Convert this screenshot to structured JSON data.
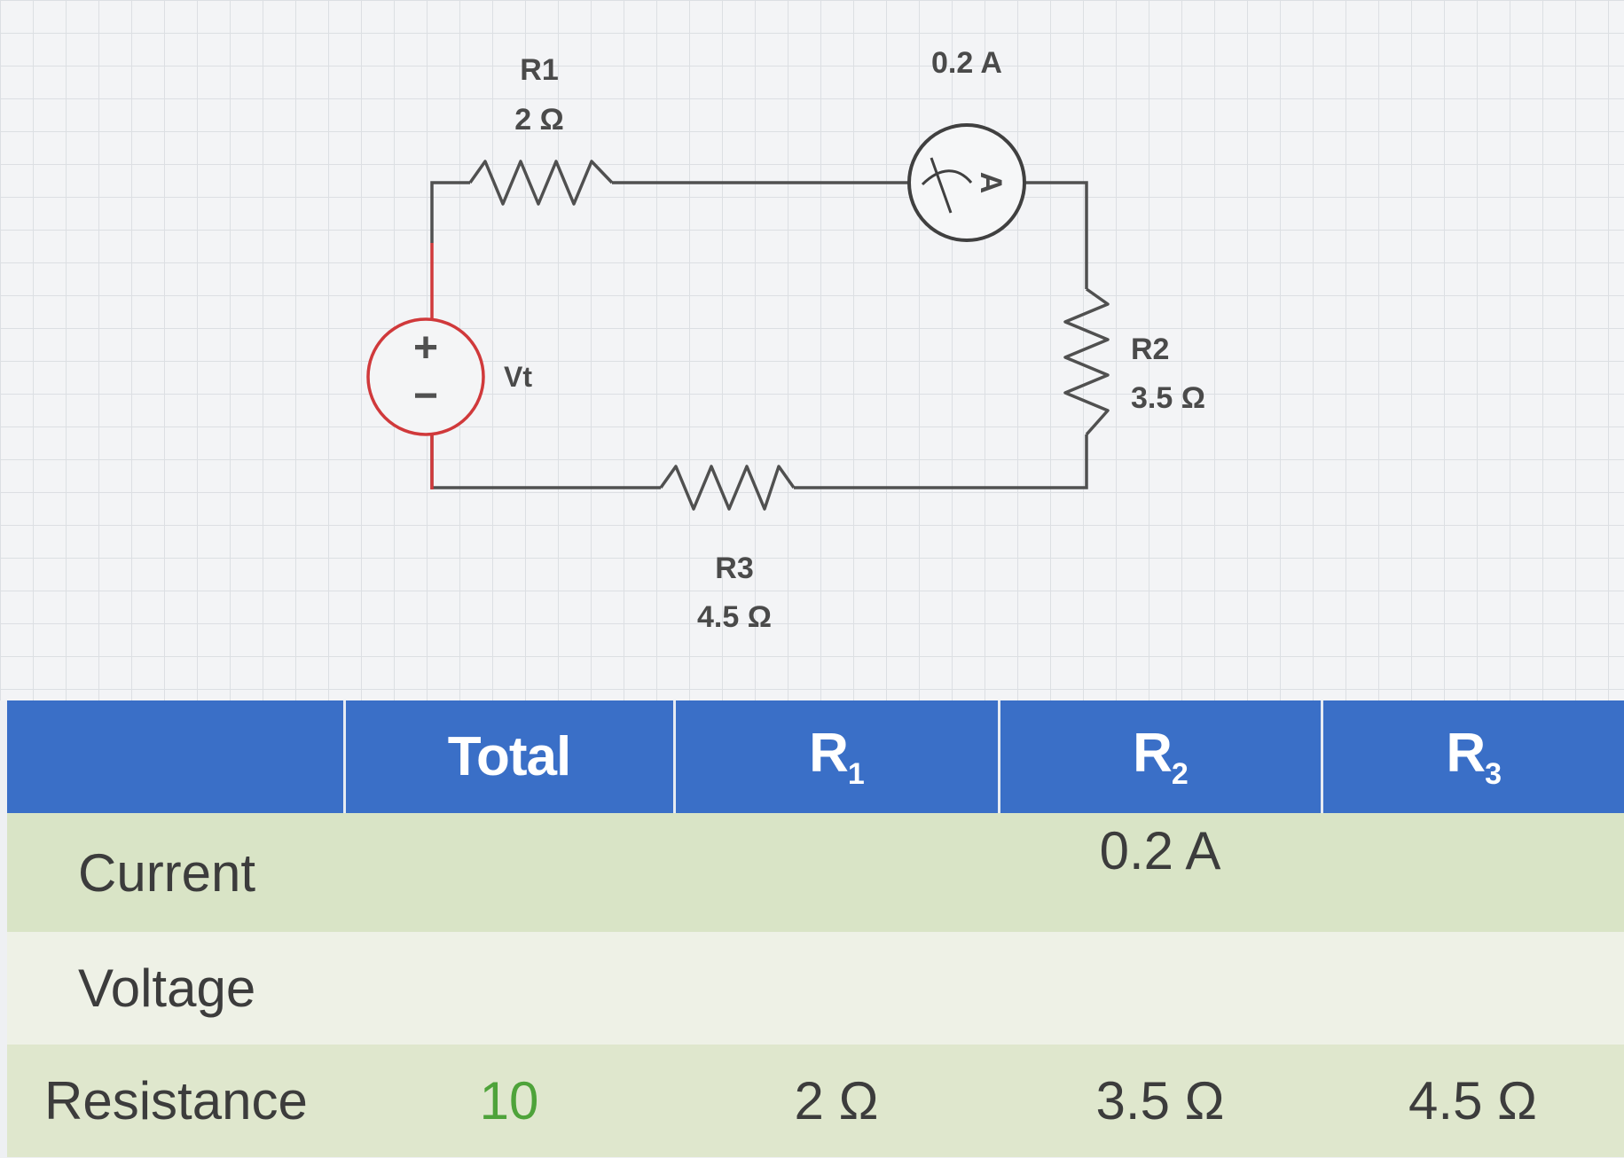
{
  "circuit": {
    "r1": {
      "name": "R1",
      "value": "2 Ω"
    },
    "r2": {
      "name": "R2",
      "value": "3.5 Ω"
    },
    "r3": {
      "name": "R3",
      "value": "4.5 Ω"
    },
    "ammeter": {
      "reading": "0.2 A",
      "symbol": "A"
    },
    "source": {
      "label": "Vt",
      "plus": "+",
      "minus": "−"
    },
    "colors": {
      "wire": "#505050",
      "source": "#d0393b"
    }
  },
  "table": {
    "headers": {
      "total": "Total",
      "r1": {
        "letter": "R",
        "sub": "1"
      },
      "r2": {
        "letter": "R",
        "sub": "2"
      },
      "r3": {
        "letter": "R",
        "sub": "3"
      }
    },
    "rows": [
      {
        "label": "Current",
        "total": "",
        "r1": "",
        "r2": "0.2 A",
        "r3": ""
      },
      {
        "label": "Voltage",
        "total": "",
        "r1": "",
        "r2": "",
        "r3": ""
      },
      {
        "label": "Resistance",
        "total": "10",
        "r1": "2 Ω",
        "r2": "3.5 Ω",
        "r3": "4.5 Ω"
      }
    ],
    "colors": {
      "header": "#3a6fc7",
      "highlight": "#4ea33a"
    }
  }
}
